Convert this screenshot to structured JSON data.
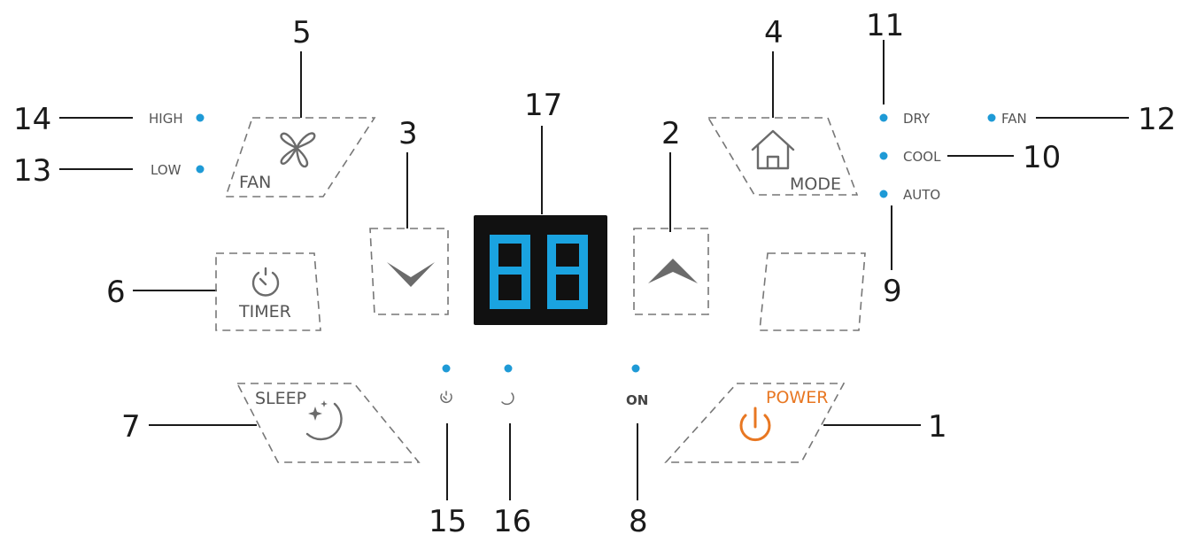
{
  "callouts": {
    "c1": "1",
    "c2": "2",
    "c3": "3",
    "c4": "4",
    "c5": "5",
    "c6": "6",
    "c7": "7",
    "c8": "8",
    "c9": "9",
    "c10": "10",
    "c11": "11",
    "c12": "12",
    "c13": "13",
    "c14": "14",
    "c15": "15",
    "c16": "16",
    "c17": "17"
  },
  "fan_indicators": {
    "high": "HIGH",
    "low": "LOW"
  },
  "mode_indicators": {
    "dry": "DRY",
    "fan": "FAN",
    "cool": "COOL",
    "auto": "AUTO"
  },
  "buttons": {
    "fan": "FAN",
    "mode": "MODE",
    "timer": "TIMER",
    "sleep": "SLEEP",
    "power": "POWER"
  },
  "status": {
    "on": "ON"
  },
  "display": {
    "digits": "88"
  },
  "colors": {
    "indicator": "#1e9ad6",
    "power": "#e87722",
    "display_bg": "#111111",
    "segments": "#1aa3e0"
  }
}
